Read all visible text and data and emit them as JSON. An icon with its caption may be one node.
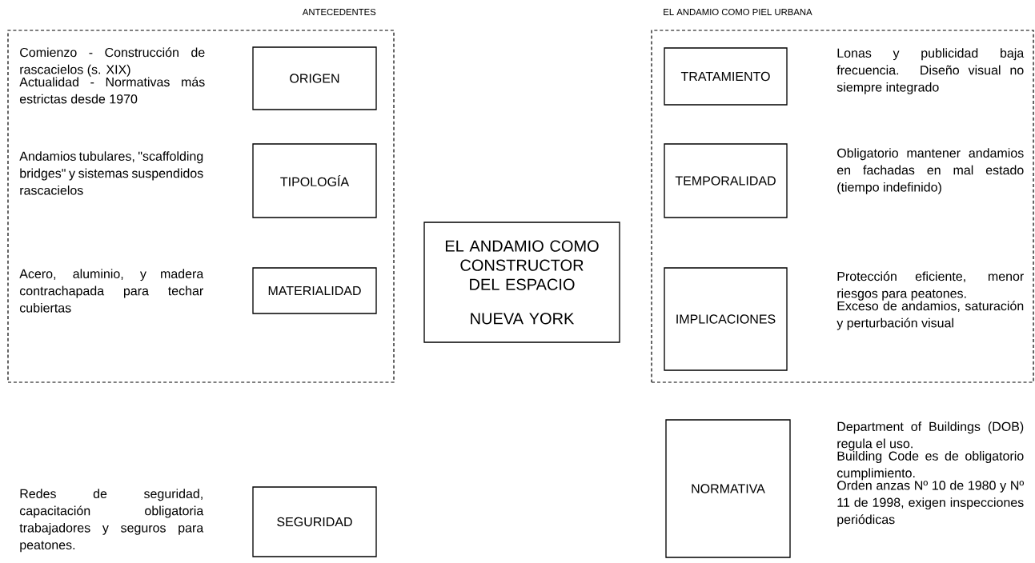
{
  "diagram": {
    "nodes": [
      {
        "text": [
          "ANTECEDENTES"
        ]
      },
      {
        "text": [
          "ORIGEN"
        ],
        "in": 0,
        "beside": [
          "Comienzo - Construcción de rascacielos (s. XIX)",
          "Actualidad - Normativas más estrictas desde 1970"
        ]
      },
      {
        "text": [
          "TIPOLOGÍA"
        ],
        "in": 0,
        "beside": [
          "Andamios tubulares, \"scaffolding bridges\" y sistemas suspendidos rascacielos"
        ]
      },
      {
        "text": [
          "MATERIALIDAD"
        ],
        "in": 0,
        "beside": [
          "Acero, aluminio, y madera contrachapada para techar cubiertas"
        ]
      },
      {
        "text": [
          "EL ANDAMIO COMO CONSTRUCTOR DEL ESPACIO",
          "NUEVA YORK"
        ]
      },
      {
        "text": [
          "EL ANDAMIO COMO PIEL URBANA"
        ]
      },
      {
        "text": [
          "TRATAMIENTO"
        ],
        "in": 5,
        "beside": [
          "Lonas y publicidad baja frecuencia. Diseño visual no siempre integrado"
        ]
      },
      {
        "text": [
          "TEMPORALIDAD"
        ],
        "in": 5,
        "beside": [
          "Obligatorio mantener andamios en fachadas en mal estado (tiempo indefinido)"
        ]
      },
      {
        "text": [
          "IMPLICACIONES"
        ],
        "in": 5,
        "beside": [
          "Protección eficiente, menor riesgos para peatones.",
          "Exceso de andamios, saturación y perturbación visual"
        ]
      },
      {
        "text": [
          "SEGURIDAD"
        ],
        "beside": [
          "Redes de seguridad, capacitación obligatoria trabajadores y seguros para peatones."
        ]
      },
      {
        "text": [
          "NORMATIVA"
        ],
        "beside": [
          "Department of Buildings (DOB) regula el uso.",
          "Building Code es de obligatorio cumplimiento.",
          "Orden anzas Nº 10 de 1980 y Nº 11 de 1998, exigen inspecciones periódicas"
        ]
      }
    ]
  }
}
